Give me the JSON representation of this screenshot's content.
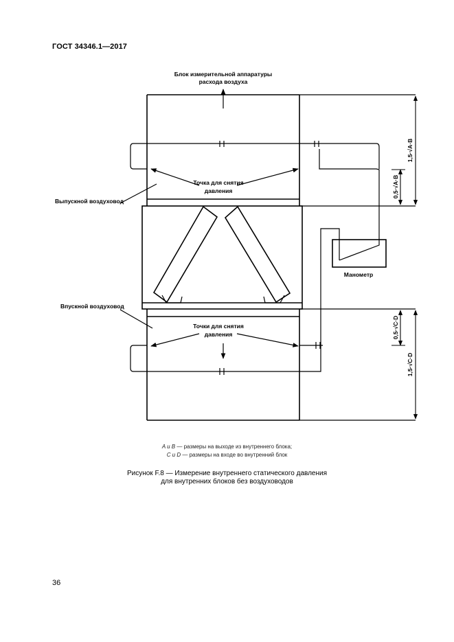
{
  "header": {
    "standard": "ГОСТ 34346.1—2017"
  },
  "diagram": {
    "top_label_line1": "Блок измерительной аппаратуры",
    "top_label_line2": "расхода воздуха",
    "outlet_duct_label": "Выпускной воздуховод",
    "inlet_duct_label": "Впускной воздуховод",
    "pressure_points_upper_line1": "Точка для снятия",
    "pressure_points_upper_line2": "давления",
    "pressure_points_lower_line1": "Точки для снятия",
    "pressure_points_lower_line2": "давления",
    "manometer_label": "Манометр",
    "dim_outlet_long": "1,5·√A·B",
    "dim_outlet_short": "0,5·√A·B",
    "dim_inlet_short": "0,5·√C·D",
    "dim_inlet_long": "1,5·√C·D"
  },
  "legend": {
    "line1_vars": "A и B",
    "line1_text": " — размеры на выходе из внутреннего блока;",
    "line2_vars": "C и D",
    "line2_text": " — размеры на входе во внутренний блок"
  },
  "caption": {
    "line1": "Рисунок F.8 — Измерение внутреннего статического давления",
    "line2": "для внутренних блоков без воздуховодов"
  },
  "page_number": "36"
}
